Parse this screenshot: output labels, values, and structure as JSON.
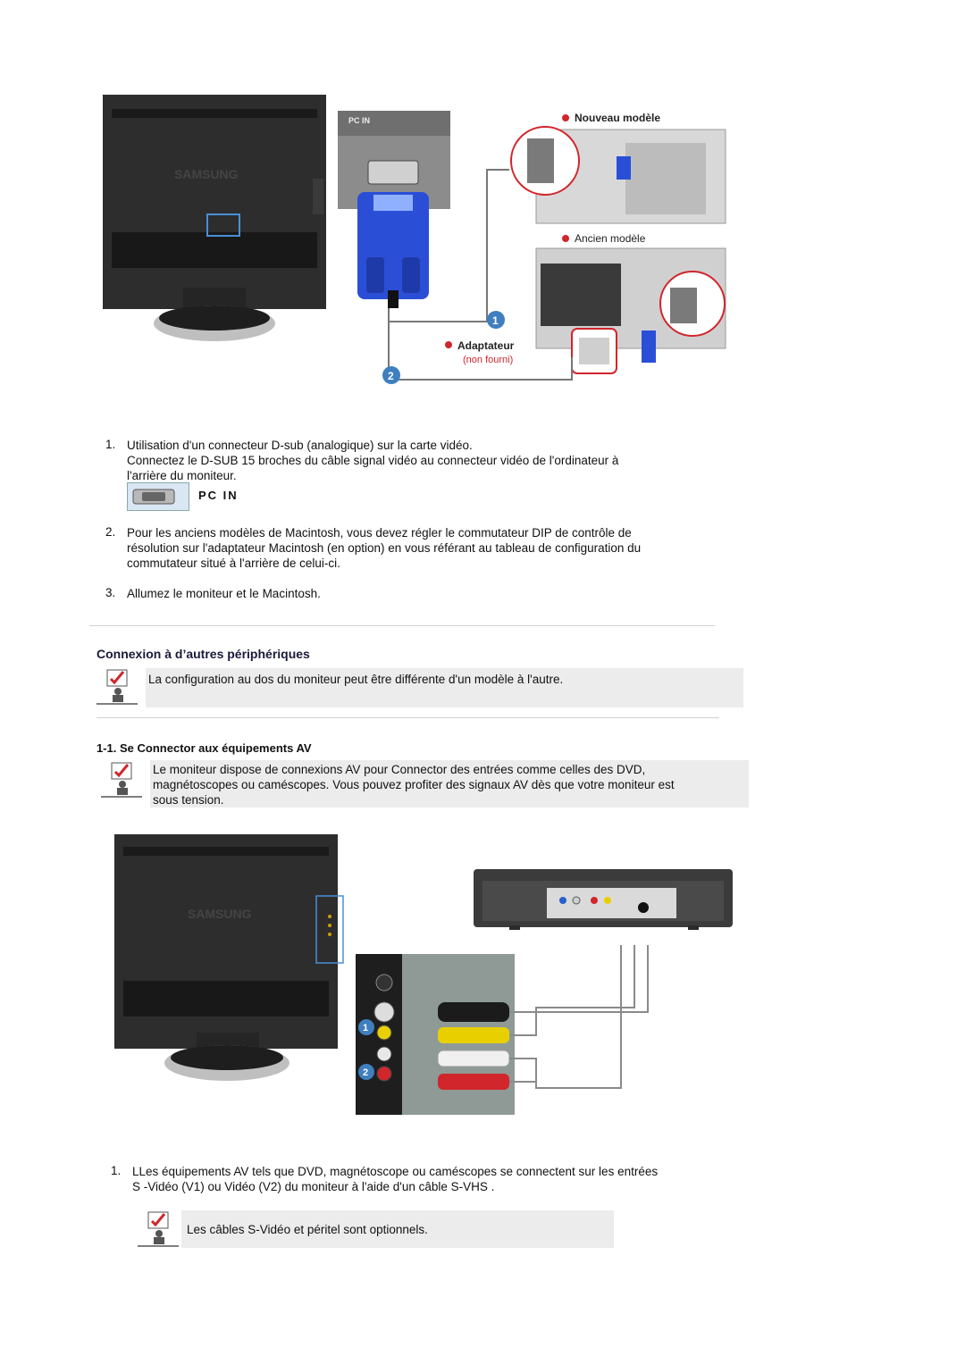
{
  "fig1": {
    "pc_in_label": "PC IN",
    "new_model_label": "Nouveau modèle",
    "old_model_label": "Ancien modèle",
    "adapter_label": "Adaptateur",
    "adapter_note": "(non fourni)",
    "callout_1": "1",
    "callout_2": "2",
    "brand_text": "SAMSUNG"
  },
  "steps": [
    {
      "num": "1.",
      "line1": "Utilisation d'un connecteur D-sub (analogique) sur la carte vidéo.",
      "line2": "Connectez le D-SUB 15 broches du câble signal vidéo au connecteur vidéo de l'ordinateur à",
      "line3": "l'arrière du moniteur.",
      "port_label": "PC IN"
    },
    {
      "num": "2.",
      "line1": "Pour les anciens modèles de Macintosh, vous devez régler le commutateur DIP de contrôle de",
      "line2": "résolution sur l'adaptateur Macintosh (en option) en vous référant au tableau de configuration du",
      "line3": "commutateur situé à l'arrière de celui-ci."
    },
    {
      "num": "3.",
      "line1": "Allumez le moniteur et le Macintosh."
    }
  ],
  "section": {
    "title": "Connexion à d’autres périphériques",
    "note": "La configuration au dos du moniteur peut être différente d'un modèle à l'autre."
  },
  "subsection": {
    "title": "1-1. Se Connector aux équipements AV",
    "note_line1": "Le moniteur dispose de connexions AV pour Connector des entrées comme celles des DVD,",
    "note_line2": "magnétoscopes ou caméscopes. Vous pouvez profiter des signaux AV dès que votre moniteur est",
    "note_line3": "sous tension."
  },
  "fig2": {
    "callout_1": "1",
    "callout_2": "2",
    "brand_text": "SAMSUNG"
  },
  "av_steps": [
    {
      "num": "1.",
      "line1": "LLes équipements AV tels que DVD, magnétoscope ou caméscopes se connectent sur les entrées",
      "line2": "S -Vidéo (V1) ou Vidéo (V2) du moniteur à l'aide d'un câble S-VHS ."
    }
  ],
  "final_note": "Les câbles S-Vidéo et péritel sont optionnels.",
  "colors": {
    "accent_red": "#d0262c",
    "callout_blue": "#3f7fbf",
    "connector_blue": "#2a4fd6",
    "note_bg": "#ececec"
  }
}
